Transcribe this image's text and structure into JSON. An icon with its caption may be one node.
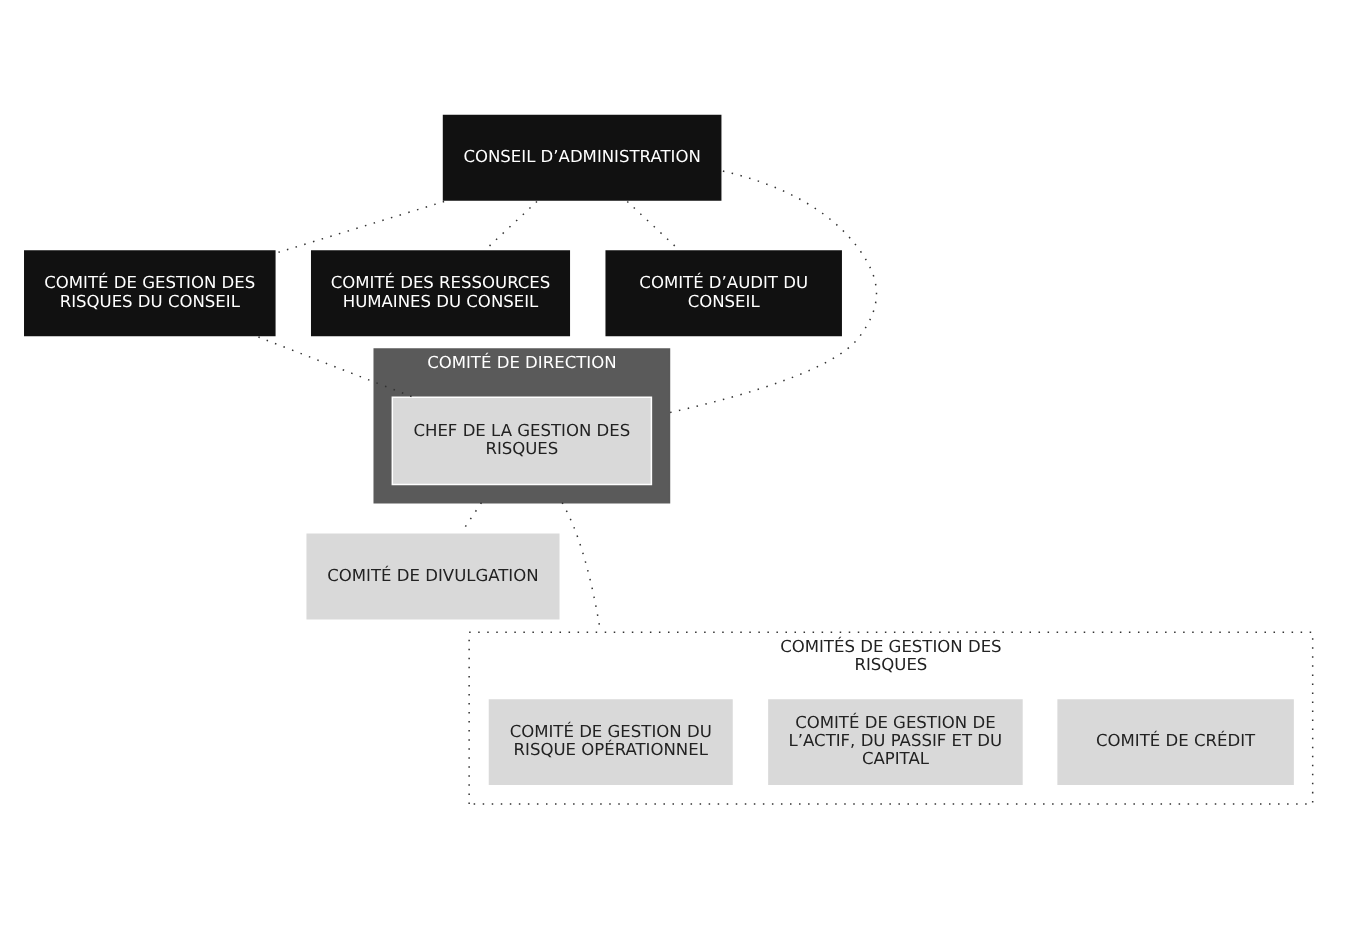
{
  "diagram": {
    "nodes": [
      {
        "text": [
          "CONSEIL D’ADMINISTRATION"
        ]
      },
      {
        "text": [
          "COMITÉ DE GESTION DES RISQUES DU CONSEIL"
        ]
      },
      {
        "text": [
          "COMITÉ DES RESSOURCES HUMAINES DU CONSEIL"
        ]
      },
      {
        "text": [
          "COMITÉ D’AUDIT DU CONSEIL"
        ]
      },
      {
        "text": [
          "COMITÉ DE DIRECTION"
        ]
      },
      {
        "text": [
          "CHEF DE LA GESTION DES RISQUES"
        ],
        "in": 4
      },
      {
        "text": [
          "COMITÉ DE DIVULGATION"
        ]
      },
      {
        "text": [
          "COMITÉS DE GESTION DES RISQUES"
        ]
      },
      {
        "text": [
          "COMITÉ DE GESTION DU RISQUE OPÉRATIONNEL"
        ],
        "in": 7
      },
      {
        "text": [
          "COMITÉ DE GESTION DE L’ACTIF, DU PASSIF ET DU CAPITAL"
        ],
        "in": 7
      },
      {
        "text": [
          "COMITÉ DE CRÉDIT"
        ],
        "in": 7
      }
    ],
    "edges": [
      {
        "from": 0,
        "to": 1,
        "arrow": "none"
      },
      {
        "from": 0,
        "to": 4,
        "arrow": "none"
      },
      {
        "from": 0,
        "to": 2,
        "arrow": "none"
      },
      {
        "from": 0,
        "to": 3,
        "arrow": "none"
      },
      {
        "from": 1,
        "to": 5,
        "arrow": "none"
      },
      {
        "from": 4,
        "to": 6,
        "arrow": "none"
      },
      {
        "from": 4,
        "to": 7,
        "arrow": "none"
      }
    ]
  }
}
